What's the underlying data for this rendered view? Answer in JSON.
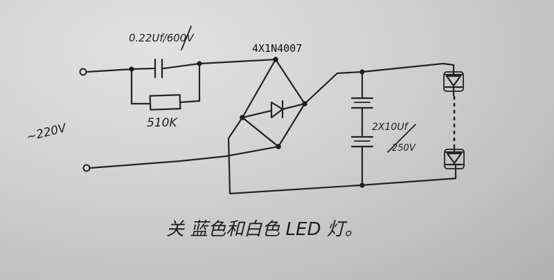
{
  "labels": {
    "capacitor_top": "0.22Uf/600V",
    "resistor": "510K",
    "bridge": "4X1N4007",
    "ac_source": "~220V",
    "filter_caps_value": "2X10Uf",
    "filter_caps_voltage": "250V",
    "caption": "关 蓝色和白色 LED 灯。"
  }
}
